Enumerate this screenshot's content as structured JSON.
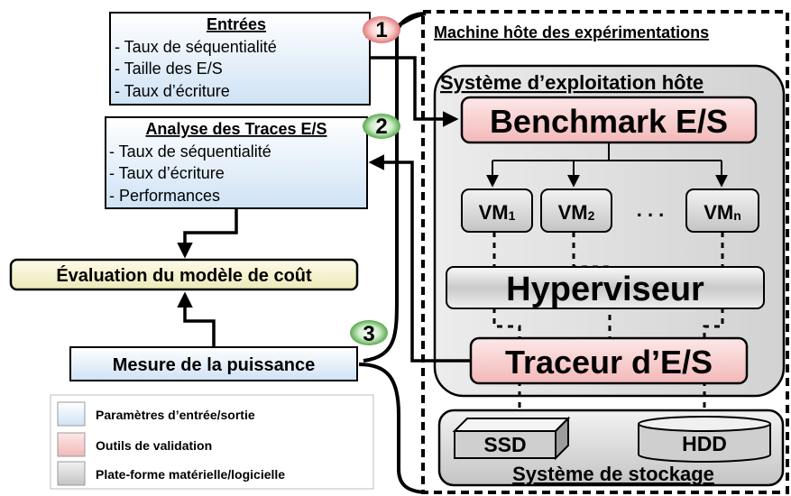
{
  "inputs": {
    "title": "Entrées",
    "items": [
      "- Taux de séquentialité",
      "- Taille des E/S",
      "- Taux d’écriture"
    ]
  },
  "analysis": {
    "title": "Analyse des Traces E/S",
    "items": [
      "- Taux de séquentialité",
      "- Taux d’écriture",
      "- Performances"
    ]
  },
  "evaluation": {
    "label": "Évaluation du modèle de coût"
  },
  "power": {
    "label": "Mesure de la puissance"
  },
  "steps": [
    "1",
    "2",
    "3"
  ],
  "legend": [
    {
      "label": "Paramètres d’entrée/sortie",
      "color": "#dbe9f7"
    },
    {
      "label": "Outils de validation",
      "color": "#f7c6c6"
    },
    {
      "label": "Plate-forme matérielle/logicielle",
      "color": "#d4d4d4"
    }
  ],
  "host_machine": {
    "title": "Machine hôte des expérimentations"
  },
  "host_os": {
    "title": "Système d’exploitation hôte"
  },
  "benchmark": {
    "label": "Benchmark E/S"
  },
  "vms": [
    {
      "base": "VM",
      "sub": "1"
    },
    {
      "base": "VM",
      "sub": "2"
    },
    {
      "base": "VM",
      "sub": "n"
    }
  ],
  "vm_ellipsis": ". . .",
  "hypervisor": {
    "label": "Hyperviseur"
  },
  "tracer": {
    "label": "Traceur d’E/S"
  },
  "storage": {
    "title": "Système de stockage",
    "ssd": "SSD",
    "hdd": "HDD"
  }
}
